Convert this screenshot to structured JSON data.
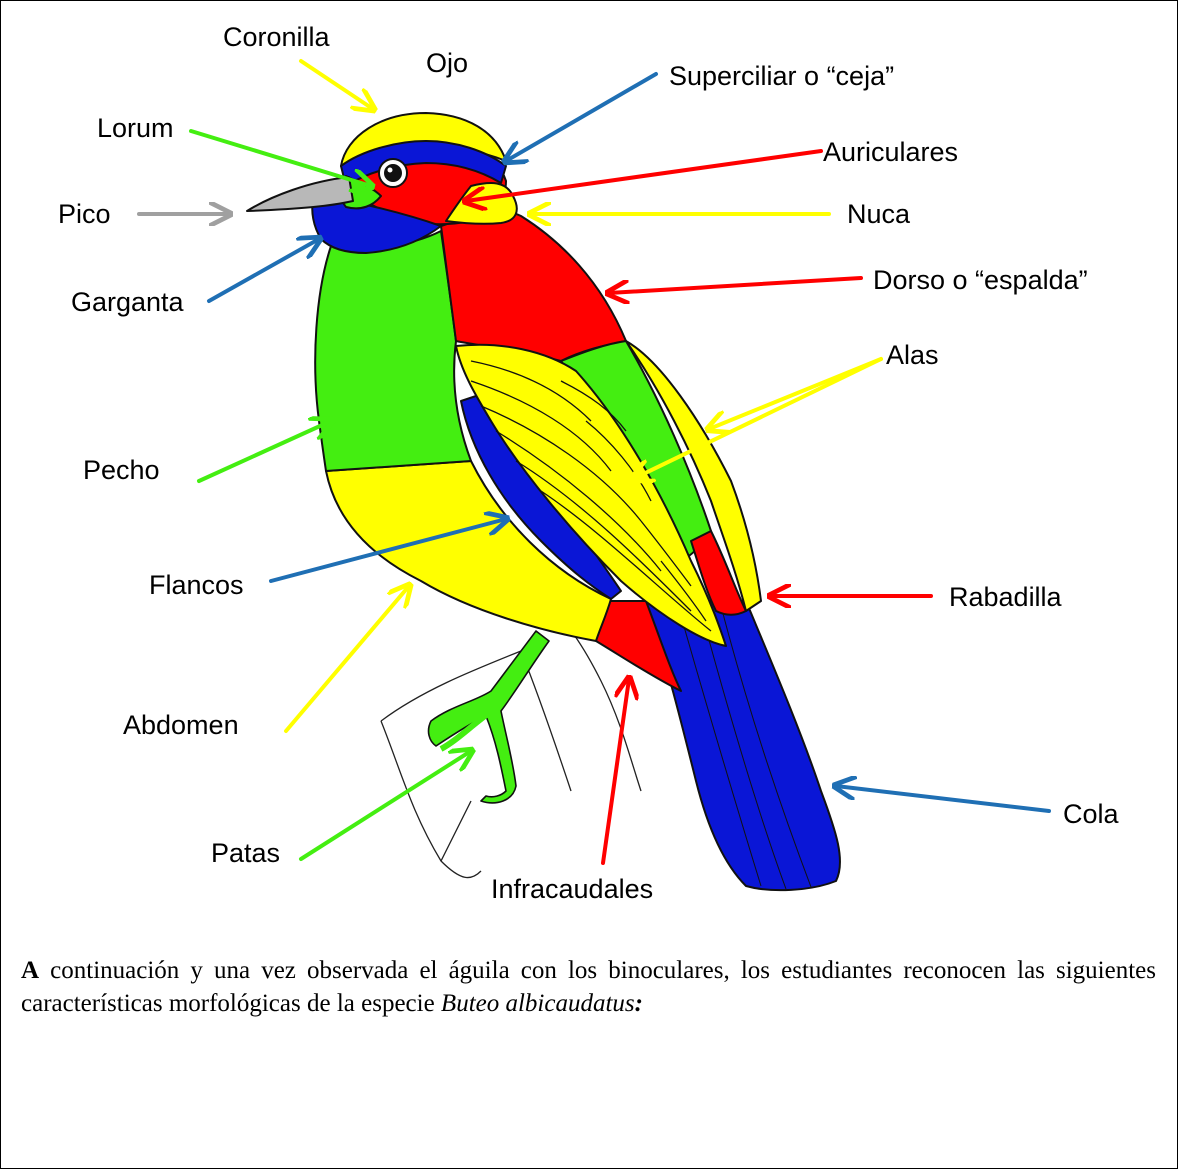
{
  "labels": {
    "coronilla": "Coronilla",
    "ojo": "Ojo",
    "superciliar": "Superciliar o “ceja”",
    "lorum": "Lorum",
    "auriculares": "Auriculares",
    "pico": "Pico",
    "nuca": "Nuca",
    "garganta": "Garganta",
    "dorso": "Dorso o  “espalda”",
    "alas": "Alas",
    "pecho": "Pecho",
    "flancos": "Flancos",
    "rabadilla": "Rabadilla",
    "abdomen": "Abdomen",
    "cola": "Cola",
    "patas": "Patas",
    "infracaudales": "Infracaudales"
  },
  "paragraph": {
    "lead": "A",
    "body": " continuación y una vez observada el águila con los binoculares, los estudiantes reconocen las siguientes características morfológicas de la especie ",
    "species": "Buteo albicaudatus",
    "end": ":"
  },
  "colors": {
    "red": "#ff0000",
    "green": "#44ee11",
    "yellow": "#ffff00",
    "blue": "#0a16d6",
    "arrow_blue": "#1f6fb4",
    "arrow_gray": "#a0a0a0"
  }
}
